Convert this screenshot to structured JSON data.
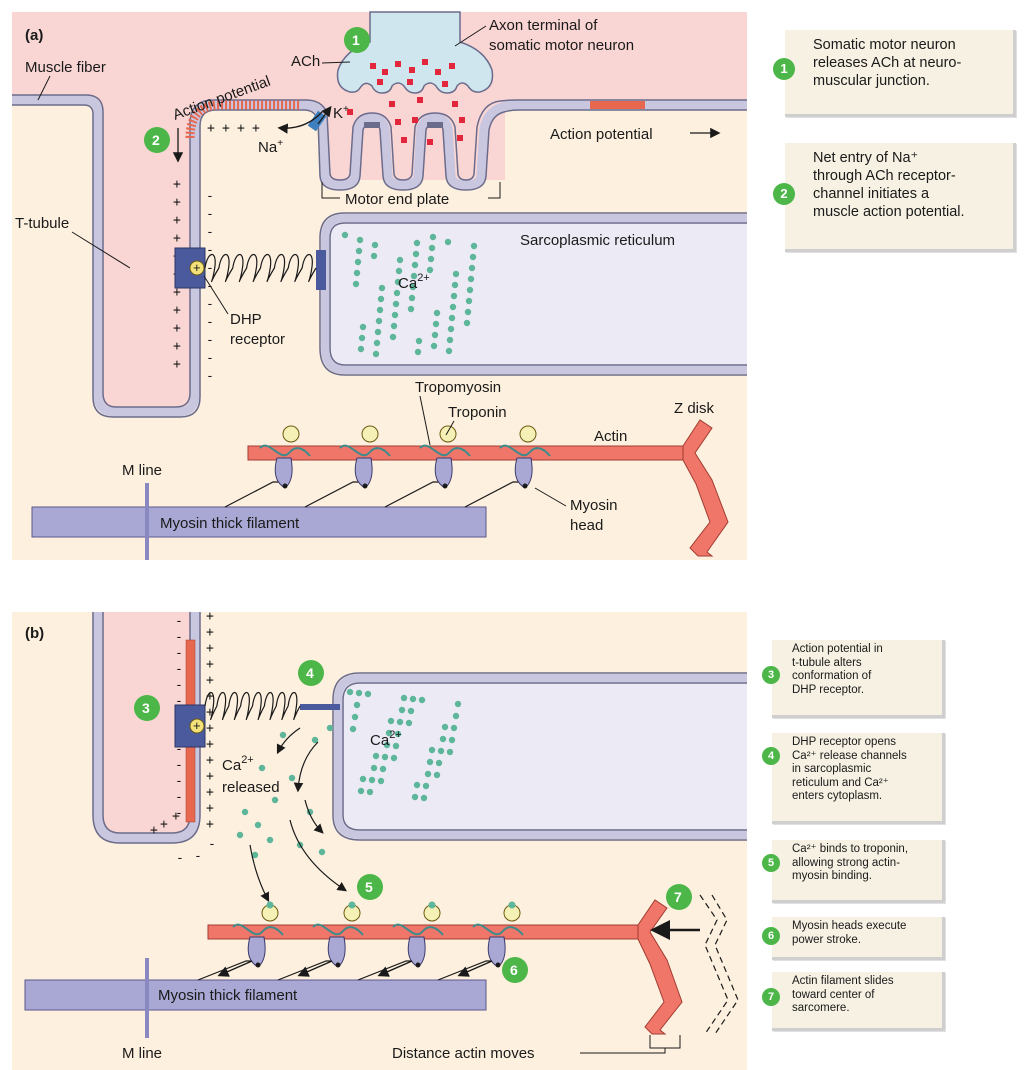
{
  "panel_a": {
    "tag": "(a)",
    "labels": {
      "muscle_fiber": "Muscle fiber",
      "ach": "ACh",
      "axon_terminal_1": "Axon terminal of",
      "axon_terminal_2": "somatic motor neuron",
      "action_potential_left": "Action potential",
      "action_potential_right": "Action potential",
      "k_ion": "K",
      "k_sup": "+",
      "na_ion": "Na",
      "na_sup": "+",
      "motor_end_plate": "Motor end plate",
      "t_tubule": "T-tubule",
      "sarcoplasmic_reticulum": "Sarcoplasmic reticulum",
      "ca_ion": "Ca",
      "ca_sup": "2+",
      "dhp_1": "DHP",
      "dhp_2": "receptor",
      "tropomyosin": "Tropomyosin",
      "troponin": "Troponin",
      "actin": "Actin",
      "z_disk": "Z disk",
      "m_line": "M line",
      "myosin_thick_filament": "Myosin thick filament",
      "myosin_head_1": "Myosin",
      "myosin_head_2": "head"
    },
    "steps": [
      {
        "num": "1",
        "text": "Somatic motor neuron\nreleases ACh at neuro-\nmuscular junction."
      },
      {
        "num": "2",
        "text": "Net entry of Na⁺\nthrough ACh receptor-\nchannel initiates a\nmuscle action potential."
      }
    ]
  },
  "panel_b": {
    "tag": "(b)",
    "labels": {
      "ca_ion": "Ca",
      "ca_sup": "2+",
      "ca_released_1": "Ca",
      "ca_released_sup": "2+",
      "ca_released_2": "released",
      "myosin_thick_filament": "Myosin thick filament",
      "m_line": "M line",
      "distance_actin_moves": "Distance actin moves"
    },
    "steps": [
      {
        "num": "3",
        "text": "Action potential in\nt-tubule alters\nconformation of\nDHP receptor."
      },
      {
        "num": "4",
        "text": "DHP receptor opens\nCa²⁺ release channels\nin sarcoplasmic\nreticulum and Ca²⁺\nenters cytoplasm."
      },
      {
        "num": "5",
        "text": "Ca²⁺ binds to troponin,\nallowing strong actin-\nmyosin binding."
      },
      {
        "num": "6",
        "text": "Myosin heads execute\npower stroke."
      },
      {
        "num": "7",
        "text": "Actin filament slides\ntoward center of\nsarcomere."
      }
    ]
  },
  "colors": {
    "background": "#fdf0de",
    "cytoplasm_pink": "#f9d6d3",
    "membrane": "#c9c7e0",
    "membrane_edge": "#6b6b8c",
    "sr_fill": "#ecebf5",
    "actin": "#f0766a",
    "myosin": "#a9a7d3",
    "ach_dots": "#e2263b",
    "ca_dots": "#5db59a",
    "step_badge": "#4cb648",
    "troponin": "#f5f0b5",
    "callout_bg": "#f6f1e3"
  }
}
